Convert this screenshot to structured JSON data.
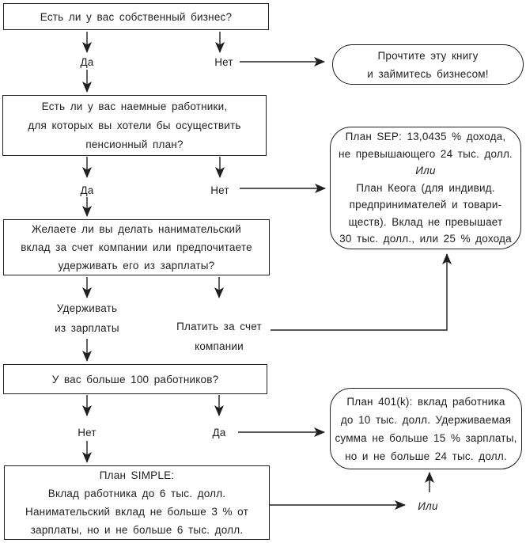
{
  "colors": {
    "ink": "#1f1f1f",
    "background": "#ffffff"
  },
  "diagram": {
    "q1": {
      "lines": [
        "Есть ли у вас собственный бизнес?"
      ]
    },
    "result_read_book": {
      "lines": [
        "Прочтите эту книгу",
        "и займитесь бизнесом!"
      ]
    },
    "q2": {
      "lines": [
        "Есть ли у вас наемные работники,",
        "для которых вы хотели бы осуществить",
        "пенсионный план?"
      ]
    },
    "plan_sep_keogh": {
      "lines": [
        "План SEP: 13,0435 % дохода,",
        "не превышающего 24 тыс. долл.",
        "Или",
        "План Кеога (для индивид.",
        "предпринимателей и товари-",
        "ществ). Вклад не превышает",
        "30 тыс. долл., или 25 % дохода"
      ]
    },
    "q3": {
      "lines": [
        "Желаете ли вы делать нанимательский",
        "вклад за счет компании или предпочитаете",
        "удерживать его из зарплаты?"
      ]
    },
    "q4": {
      "lines": [
        "У вас больше 100 работников?"
      ]
    },
    "plan_401k": {
      "lines": [
        "План 401(k): вклад работника",
        "до 10 тыс. долл. Удерживаемая",
        "сумма не больше 15 % зарплаты,",
        "но и не больше 24 тыс. долл."
      ]
    },
    "plan_simple": {
      "lines": [
        "План SIMPLE:",
        "Вклад работника до 6 тыс. долл.",
        "Нанимательский вклад не больше 3 % от",
        "зарплаты, но и не больше 6 тыс. долл."
      ]
    },
    "labels": {
      "yes1": "Да",
      "no1": "Нет",
      "yes2": "Да",
      "no2": "Нет",
      "withhold_line1": "Удерживать",
      "withhold_line2": "из зарплаты",
      "pay_line1": "Платить за счет",
      "pay_line2": "компании",
      "no4": "Нет",
      "yes4": "Да",
      "or_bottom": "Или"
    }
  }
}
